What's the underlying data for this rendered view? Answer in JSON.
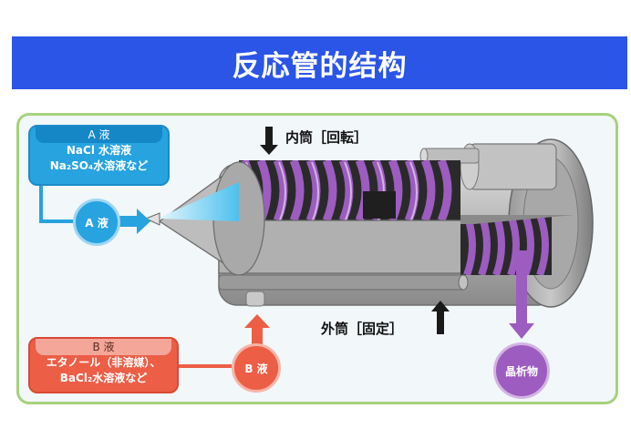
{
  "title": "反応管的结构",
  "liquid_a": {
    "header": "A 液",
    "line1": "NaCl 水溶液",
    "line2": "Na₂SO₄水溶液など",
    "inlet_label": "A 液"
  },
  "liquid_b": {
    "header": "B 液",
    "line1": "エタノール（非溶媒）、",
    "line2": "BaCl₂水溶液など",
    "inlet_label": "B 液"
  },
  "inner_tube_label": "内筒［回転］",
  "outer_tube_label": "外筒［固定］",
  "precipitate_label": "晶析物",
  "colors": {
    "title_bg": "#2b55e6",
    "liquid_a": "#27a3e0",
    "liquid_b": "#ec5e46",
    "precipitate": "#9d5cc0",
    "panel_border": "#a6d27c"
  }
}
